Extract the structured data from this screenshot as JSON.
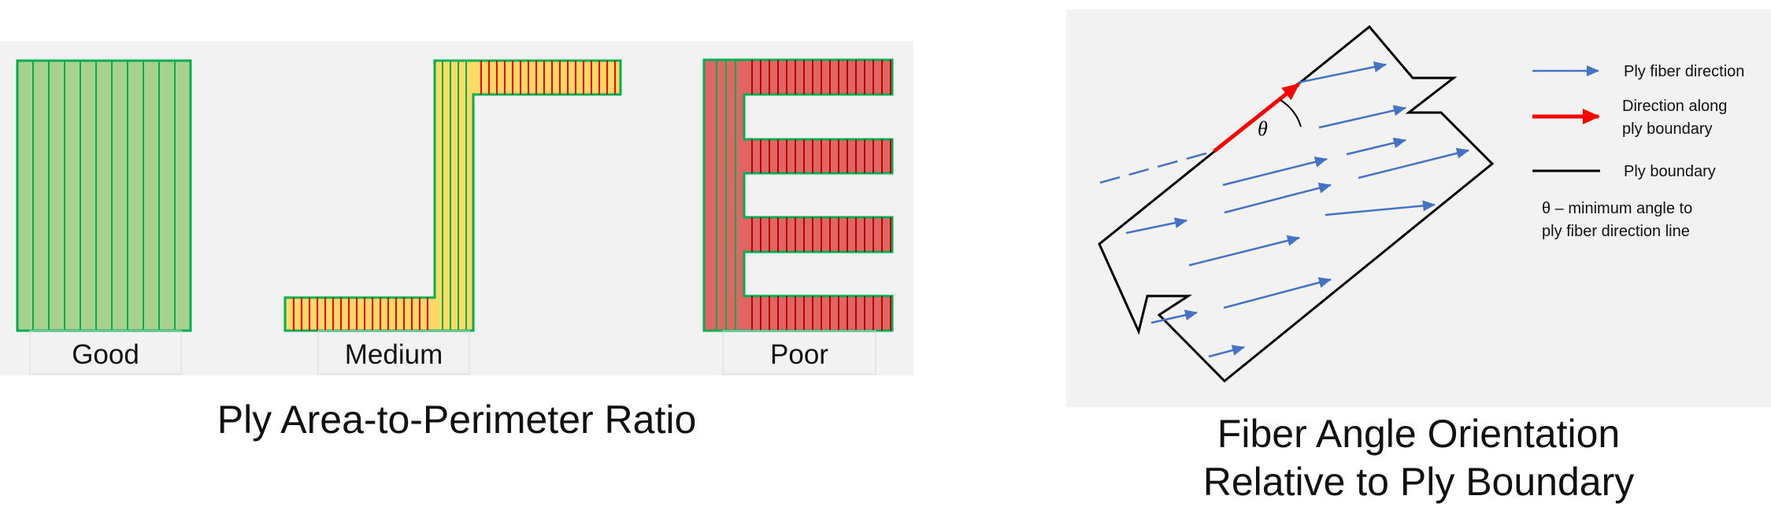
{
  "left": {
    "caption": "Ply Area-to-Perimeter Ratio",
    "shapes": [
      {
        "label": "Good",
        "fill": "#a9d18e",
        "stroke": "#00b050"
      },
      {
        "label": "Medium",
        "fill": "#ffd966",
        "stroke": "#00b050",
        "stripe_fill": "#ff0000"
      },
      {
        "label": "Poor",
        "fill": "#e06666",
        "stroke": "#00b050",
        "stripe_fill": "#e06666"
      }
    ]
  },
  "right": {
    "caption_line1": "Fiber Angle Orientation",
    "caption_line2": "Relative to Ply Boundary",
    "angle_symbol": "θ",
    "legend": [
      {
        "type": "fiber",
        "label_lines": [
          "Ply fiber direction"
        ],
        "color": "#4472c4"
      },
      {
        "type": "boundary-direction",
        "label_lines": [
          "Direction along",
          "ply boundary"
        ],
        "color": "#ff0000"
      },
      {
        "type": "boundary",
        "label_lines": [
          "Ply boundary"
        ],
        "color": "#000000"
      },
      {
        "type": "note",
        "label_lines": [
          "θ – minimum angle to",
          "ply fiber direction line"
        ],
        "color": "#000000"
      }
    ]
  }
}
